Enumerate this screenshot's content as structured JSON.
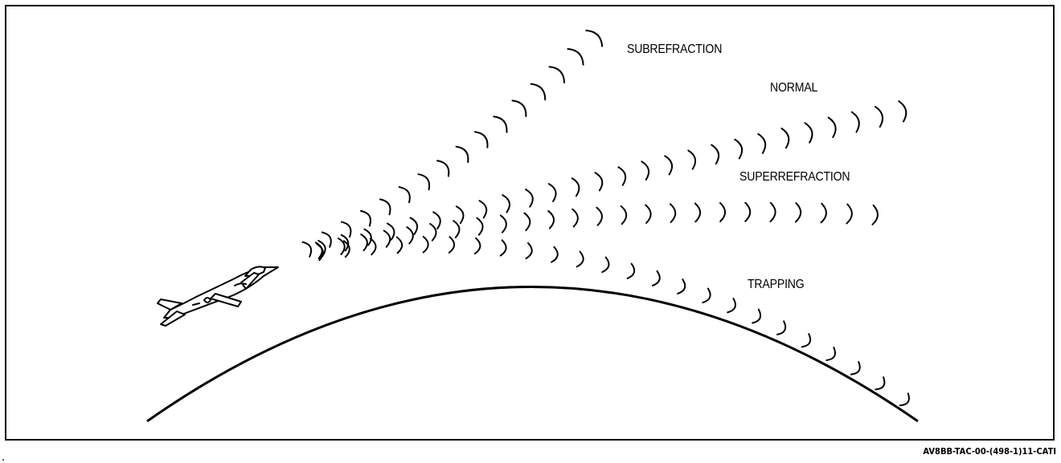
{
  "labels": {
    "subrefraction": "SUBREFRACTION",
    "normal": "NORMAL",
    "superrefraction": "SUPERREFRACTION",
    "trapping": "TRAPPING"
  },
  "figure_id": "AV8BB-TAC-00-(498-1)11-CATI",
  "colors": {
    "ink": "#000000",
    "background": "#ffffff"
  }
}
